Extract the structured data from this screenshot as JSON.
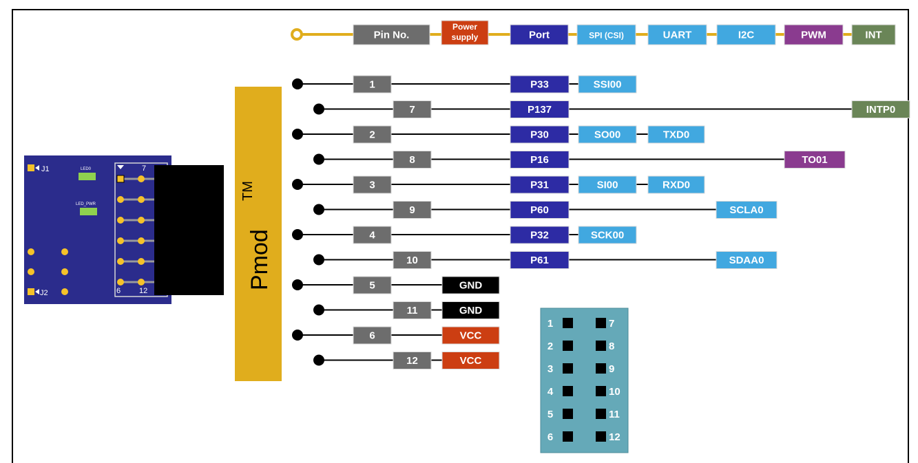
{
  "legend": [
    {
      "key": "pin",
      "label": "Pin No.",
      "color": "#6d6d6d"
    },
    {
      "key": "power",
      "label": "Power supply",
      "line1": "Power",
      "line2": "supply",
      "color": "#cc3e12"
    },
    {
      "key": "port",
      "label": "Port",
      "color": "#2d2ba4"
    },
    {
      "key": "spi",
      "label": "SPI (CSI)",
      "color": "#41a8e0"
    },
    {
      "key": "uart",
      "label": "UART",
      "color": "#41a8e0"
    },
    {
      "key": "i2c",
      "label": "I2C",
      "color": "#41a8e0"
    },
    {
      "key": "pwm",
      "label": "PWM",
      "color": "#8a3b8f"
    },
    {
      "key": "int",
      "label": "INT",
      "color": "#6a8557"
    }
  ],
  "connector_label": "Pmod",
  "connector_tm": "TM",
  "pins": [
    {
      "pin": "1",
      "port": "P33",
      "funcs": [
        {
          "type": "spi",
          "label": "SSI00"
        }
      ]
    },
    {
      "pin": "7",
      "port": "P137",
      "funcs": [
        {
          "type": "int",
          "label": "INTP0"
        }
      ]
    },
    {
      "pin": "2",
      "port": "P30",
      "funcs": [
        {
          "type": "spi",
          "label": "SO00"
        },
        {
          "type": "uart",
          "label": "TXD0"
        }
      ]
    },
    {
      "pin": "8",
      "port": "P16",
      "funcs": [
        {
          "type": "pwm",
          "label": "TO01"
        }
      ]
    },
    {
      "pin": "3",
      "port": "P31",
      "funcs": [
        {
          "type": "spi",
          "label": "SI00"
        },
        {
          "type": "uart",
          "label": "RXD0"
        }
      ]
    },
    {
      "pin": "9",
      "port": "P60",
      "funcs": [
        {
          "type": "i2c",
          "label": "SCLA0"
        }
      ]
    },
    {
      "pin": "4",
      "port": "P32",
      "funcs": [
        {
          "type": "spi",
          "label": "SCK00"
        }
      ]
    },
    {
      "pin": "10",
      "port": "P61",
      "funcs": [
        {
          "type": "i2c",
          "label": "SDAA0"
        }
      ]
    },
    {
      "pin": "5",
      "power": "GND"
    },
    {
      "pin": "11",
      "power": "GND"
    },
    {
      "pin": "6",
      "power": "VCC"
    },
    {
      "pin": "12",
      "power": "VCC"
    }
  ],
  "colors": {
    "gnd": "#000000",
    "vcc": "#cc3e12",
    "rail": "#e0ad1d",
    "pinout_box": "#65a9b8",
    "board": "#2b2c8c",
    "pad": "#f5c22a"
  },
  "board": {
    "j1": "J1",
    "j2": "J2",
    "led0": "LED0",
    "led_pwr": "LED_PWR",
    "pin7": "7",
    "pin6": "6",
    "pin12": "12"
  },
  "pinout": {
    "left": [
      "1",
      "2",
      "3",
      "4",
      "5",
      "6"
    ],
    "right": [
      "7",
      "8",
      "9",
      "10",
      "11",
      "12"
    ]
  }
}
